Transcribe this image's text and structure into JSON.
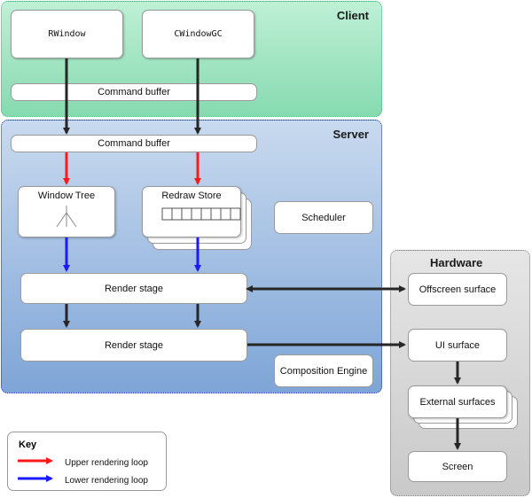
{
  "regions": {
    "client": "Client",
    "server": "Server",
    "hardware": "Hardware"
  },
  "client": {
    "rwindow": "RWindow",
    "cwindowgc": "CWindowGC",
    "command_buffer": "Command buffer"
  },
  "server": {
    "command_buffer": "Command buffer",
    "window_tree": "Window Tree",
    "redraw_store": "Redraw Store",
    "scheduler": "Scheduler",
    "render_stage_1": "Render stage",
    "render_stage_2": "Render stage",
    "composition_engine": "Composition Engine"
  },
  "hardware": {
    "offscreen_surface": "Offscreen surface",
    "ui_surface": "UI surface",
    "external_surfaces": "External surfaces",
    "screen": "Screen"
  },
  "key": {
    "title": "Key",
    "upper_loop": "Upper rendering loop",
    "lower_loop": "Lower rendering loop"
  },
  "colors": {
    "upper_loop": "#ff1a1a",
    "lower_loop": "#1a1aff",
    "flow": "#262626"
  }
}
